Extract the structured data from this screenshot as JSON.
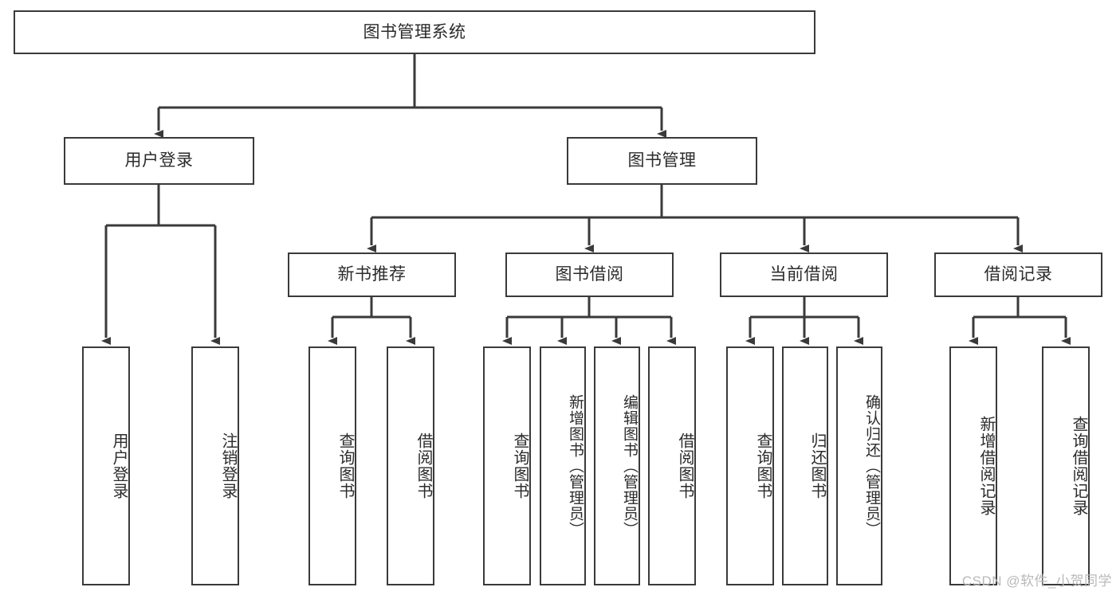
{
  "diagram": {
    "title": "图书管理系统",
    "type": "tree",
    "watermark": "CSDN @软件_小贺同学",
    "colors": {
      "background": "#ffffff",
      "stroke": "#3a3a3a",
      "text": "#2b2b2b",
      "watermark": "#b9b9b9"
    },
    "root": {
      "id": "root",
      "label": "图书管理系统",
      "orientation": "horizontal"
    },
    "level1": [
      {
        "id": "user-login",
        "label": "用户登录",
        "orientation": "horizontal"
      },
      {
        "id": "book-manage",
        "label": "图书管理",
        "orientation": "horizontal"
      }
    ],
    "level2": [
      {
        "id": "new-book-recommend",
        "label": "新书推荐",
        "orientation": "horizontal",
        "parent": "book-manage"
      },
      {
        "id": "book-borrow",
        "label": "图书借阅",
        "orientation": "horizontal",
        "parent": "book-manage"
      },
      {
        "id": "current-borrow",
        "label": "当前借阅",
        "orientation": "horizontal",
        "parent": "book-manage"
      },
      {
        "id": "borrow-record",
        "label": "借阅记录",
        "orientation": "horizontal",
        "parent": "book-manage"
      }
    ],
    "leaves": [
      {
        "id": "leaf-user-login",
        "label": "用户登录",
        "orientation": "vertical",
        "parent": "user-login"
      },
      {
        "id": "leaf-logout-login",
        "label": "注销登录",
        "orientation": "vertical",
        "parent": "user-login"
      },
      {
        "id": "leaf-query-book-1",
        "label": "查询图书",
        "orientation": "vertical",
        "parent": "new-book-recommend"
      },
      {
        "id": "leaf-borrow-book-1",
        "label": "借阅图书",
        "orientation": "vertical",
        "parent": "new-book-recommend"
      },
      {
        "id": "leaf-query-book-2",
        "label": "查询图书",
        "orientation": "vertical",
        "parent": "book-borrow"
      },
      {
        "id": "leaf-add-book",
        "label": "新增图书（管理员）",
        "orientation": "vertical",
        "parent": "book-borrow"
      },
      {
        "id": "leaf-edit-book",
        "label": "编辑图书（管理员）",
        "orientation": "vertical",
        "parent": "book-borrow"
      },
      {
        "id": "leaf-borrow-book-2",
        "label": "借阅图书",
        "orientation": "vertical",
        "parent": "book-borrow"
      },
      {
        "id": "leaf-query-book-3",
        "label": "查询图书",
        "orientation": "vertical",
        "parent": "current-borrow"
      },
      {
        "id": "leaf-return-book",
        "label": "归还图书",
        "orientation": "vertical",
        "parent": "current-borrow"
      },
      {
        "id": "leaf-confirm-return",
        "label": "确认归还（管理员）",
        "orientation": "vertical",
        "parent": "current-borrow"
      },
      {
        "id": "leaf-add-record",
        "label": "新增借阅记录",
        "orientation": "vertical",
        "parent": "borrow-record"
      },
      {
        "id": "leaf-query-record",
        "label": "查询借阅记录",
        "orientation": "vertical",
        "parent": "borrow-record"
      }
    ]
  }
}
